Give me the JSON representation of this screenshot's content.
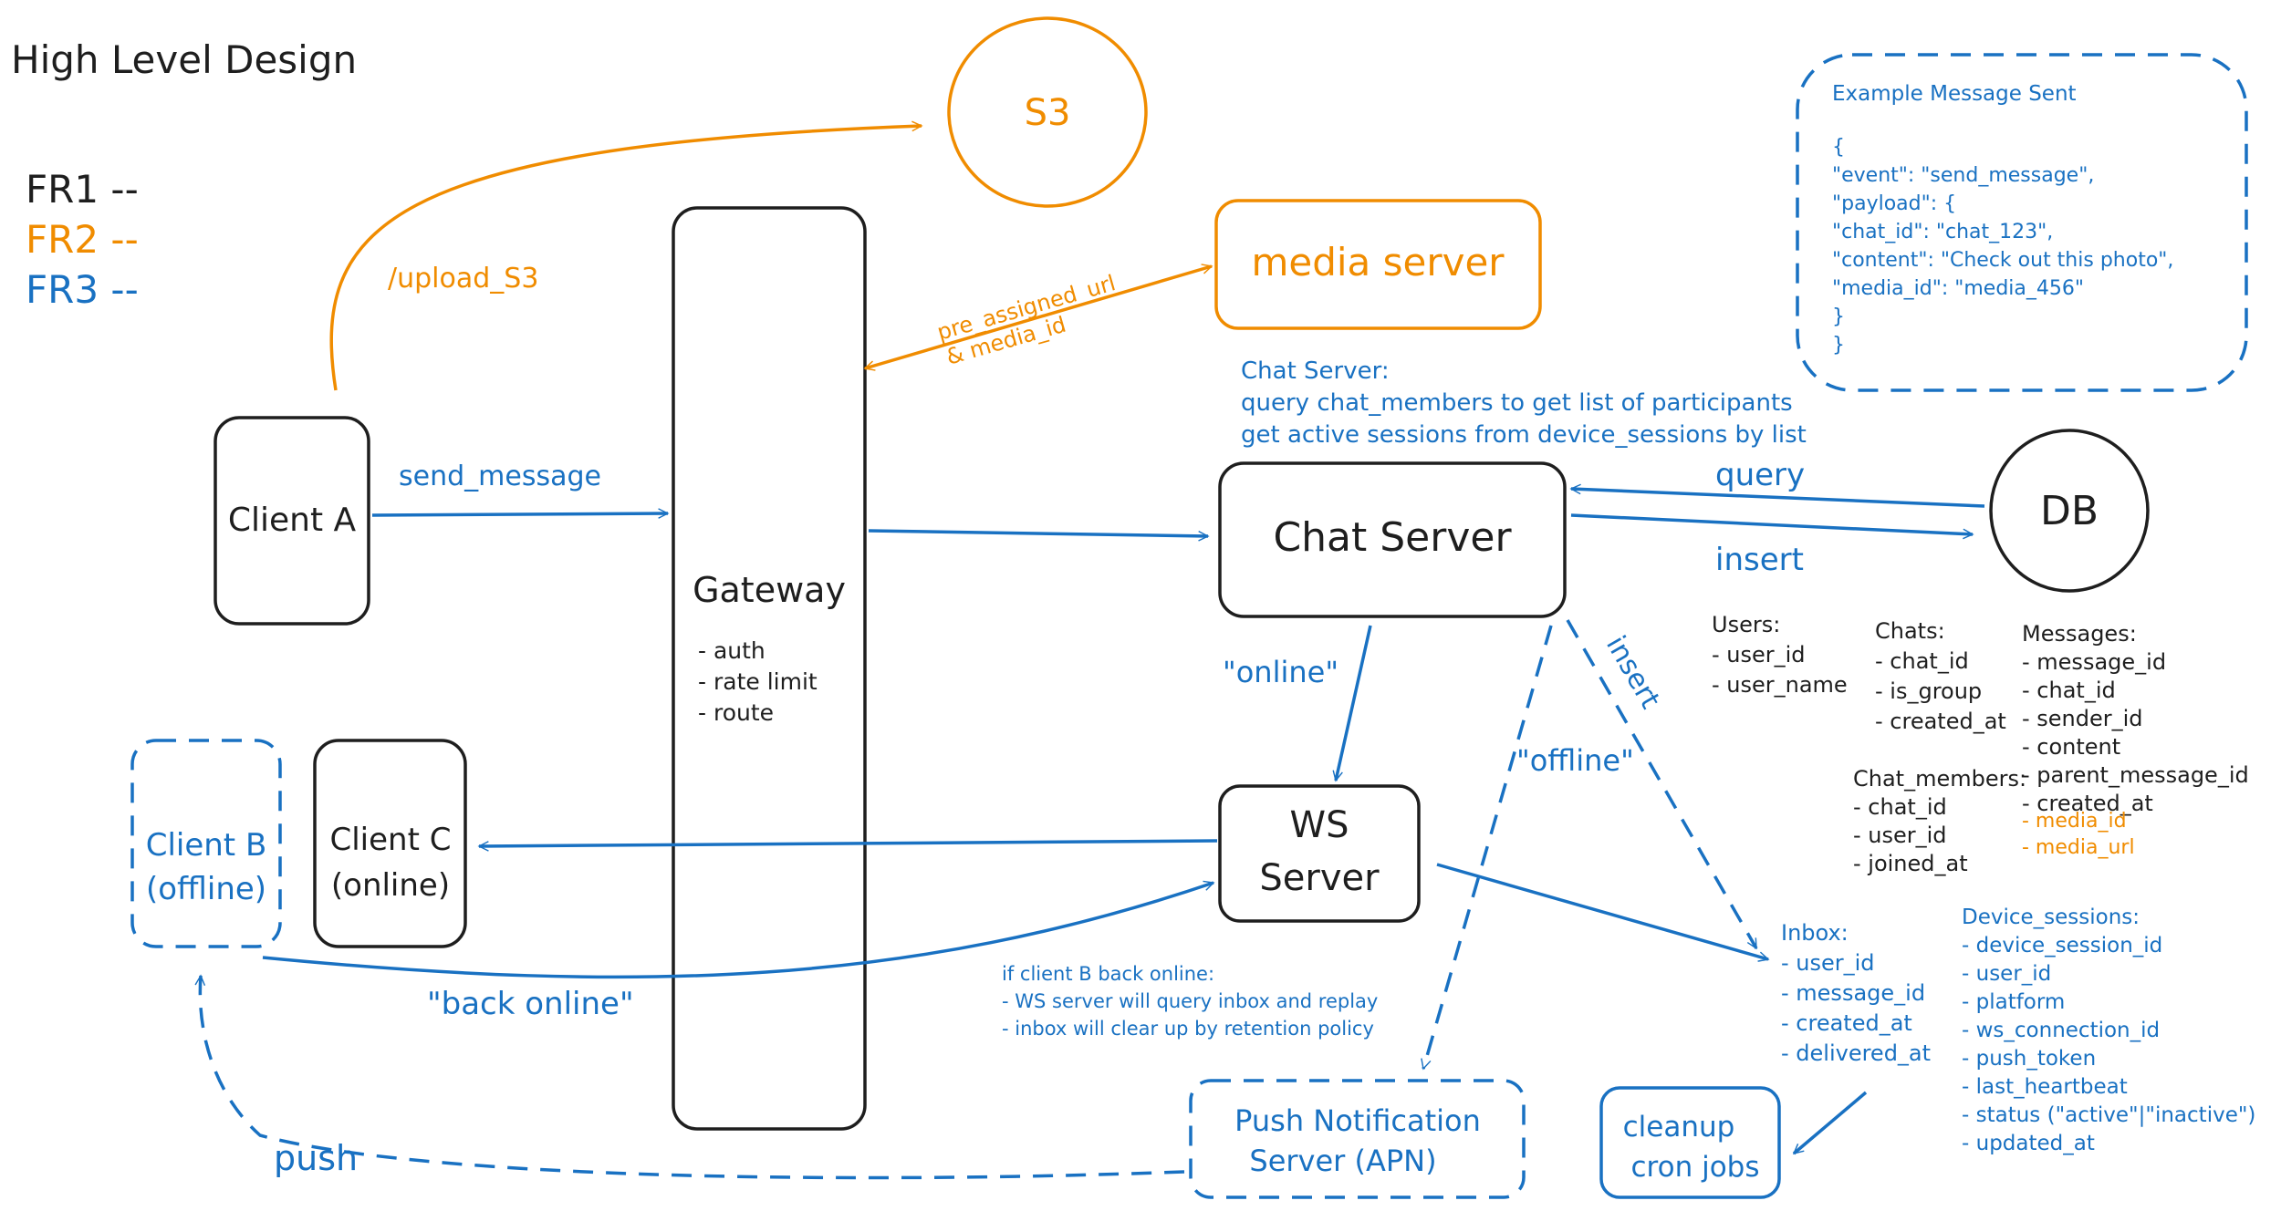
{
  "title": "High Level Design",
  "legend": [
    {
      "label": "FR1 --",
      "color": "#1e1e1e"
    },
    {
      "label": "FR2 --",
      "color": "#f08c00"
    },
    {
      "label": "FR3 --",
      "color": "#1971c2"
    }
  ],
  "nodes": {
    "s3": "S3",
    "media_server": "media server",
    "client_a": "Client A",
    "gateway": "Gateway",
    "gateway_notes": [
      "- auth",
      "- rate limit",
      "- route"
    ],
    "chat_server": "Chat Server",
    "db": "DB",
    "ws_server": [
      "WS",
      "Server"
    ],
    "client_b": [
      "Client B",
      "(offline)"
    ],
    "client_c": [
      "Client C",
      "(online)"
    ],
    "push_server": [
      "Push Notification",
      "Server (APN)"
    ],
    "cleanup": [
      "cleanup",
      "cron jobs"
    ]
  },
  "edge_labels": {
    "upload_s3": "/upload_S3",
    "pre_assigned": "pre_assigned_url",
    "media_id": "& media_id",
    "send_message": "send_message",
    "query": "query",
    "insert": "insert",
    "online": "\"online\"",
    "offline": "\"offline\"",
    "insert_diag": "insert",
    "back_online": "\"back online\"",
    "push": "push"
  },
  "chat_server_note": [
    "Chat Server:",
    "query chat_members to get list of participants",
    "get active sessions from device_sessions by list"
  ],
  "example": {
    "title": "Example Message Sent",
    "lines": [
      "{",
      "  \"event\": \"send_message\",",
      "  \"payload\": {",
      "    \"chat_id\": \"chat_123\",",
      "    \"content\": \"Check out this photo\",",
      "    \"media_id\": \"media_456\"",
      "  }",
      "}"
    ]
  },
  "tables": {
    "users": [
      "Users:",
      "- user_id",
      "- user_name"
    ],
    "chats": [
      "Chats:",
      "- chat_id",
      "- is_group",
      "- created_at"
    ],
    "chat_members": [
      "Chat_members:",
      "- chat_id",
      "- user_id",
      "- joined_at"
    ],
    "messages": [
      "Messages:",
      "- message_id",
      "- chat_id",
      "- sender_id",
      "- content",
      "- parent_message_id",
      "- created_at"
    ],
    "messages_media": [
      "- media_id",
      "- media_url"
    ],
    "inbox": [
      "Inbox:",
      "- user_id",
      "- message_id",
      "- created_at",
      "- delivered_at"
    ],
    "device_sessions": [
      "Device_sessions:",
      "- device_session_id",
      "- user_id",
      "- platform",
      "- ws_connection_id",
      "- push_token",
      "- last_heartbeat",
      "- status (\"active\"|\"inactive\")",
      "- updated_at"
    ]
  },
  "client_b_note": [
    "if client B back online:",
    "- WS server will query inbox and replay",
    "- inbox will clear up by retention policy"
  ]
}
